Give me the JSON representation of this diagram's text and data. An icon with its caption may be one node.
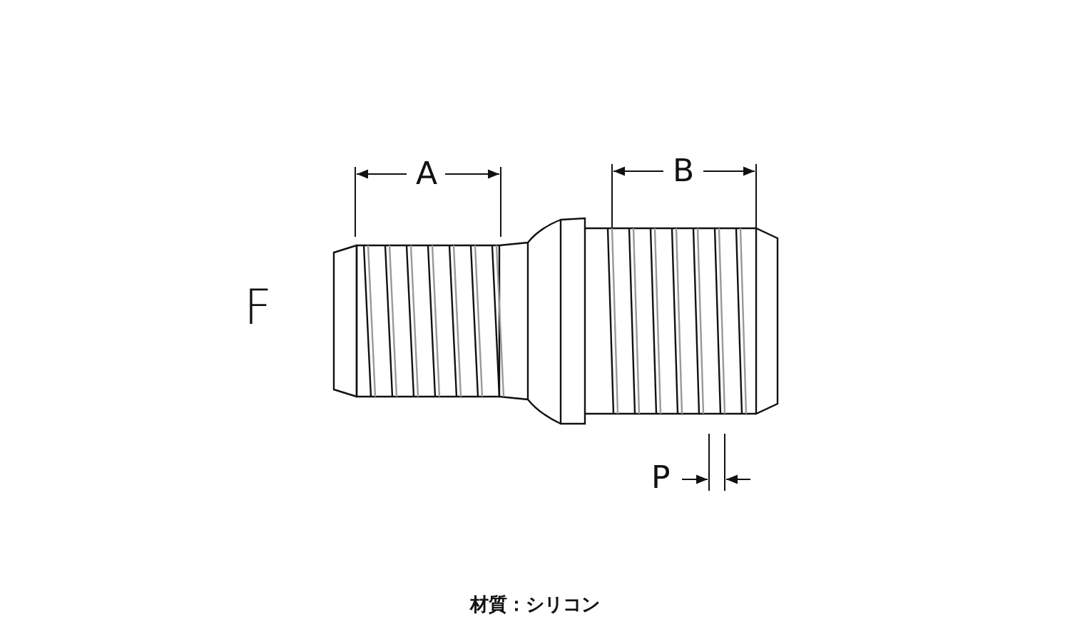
{
  "diagram": {
    "labels": [
      "A",
      "B",
      "F",
      "P",
      "材質：シリコン"
    ]
  }
}
